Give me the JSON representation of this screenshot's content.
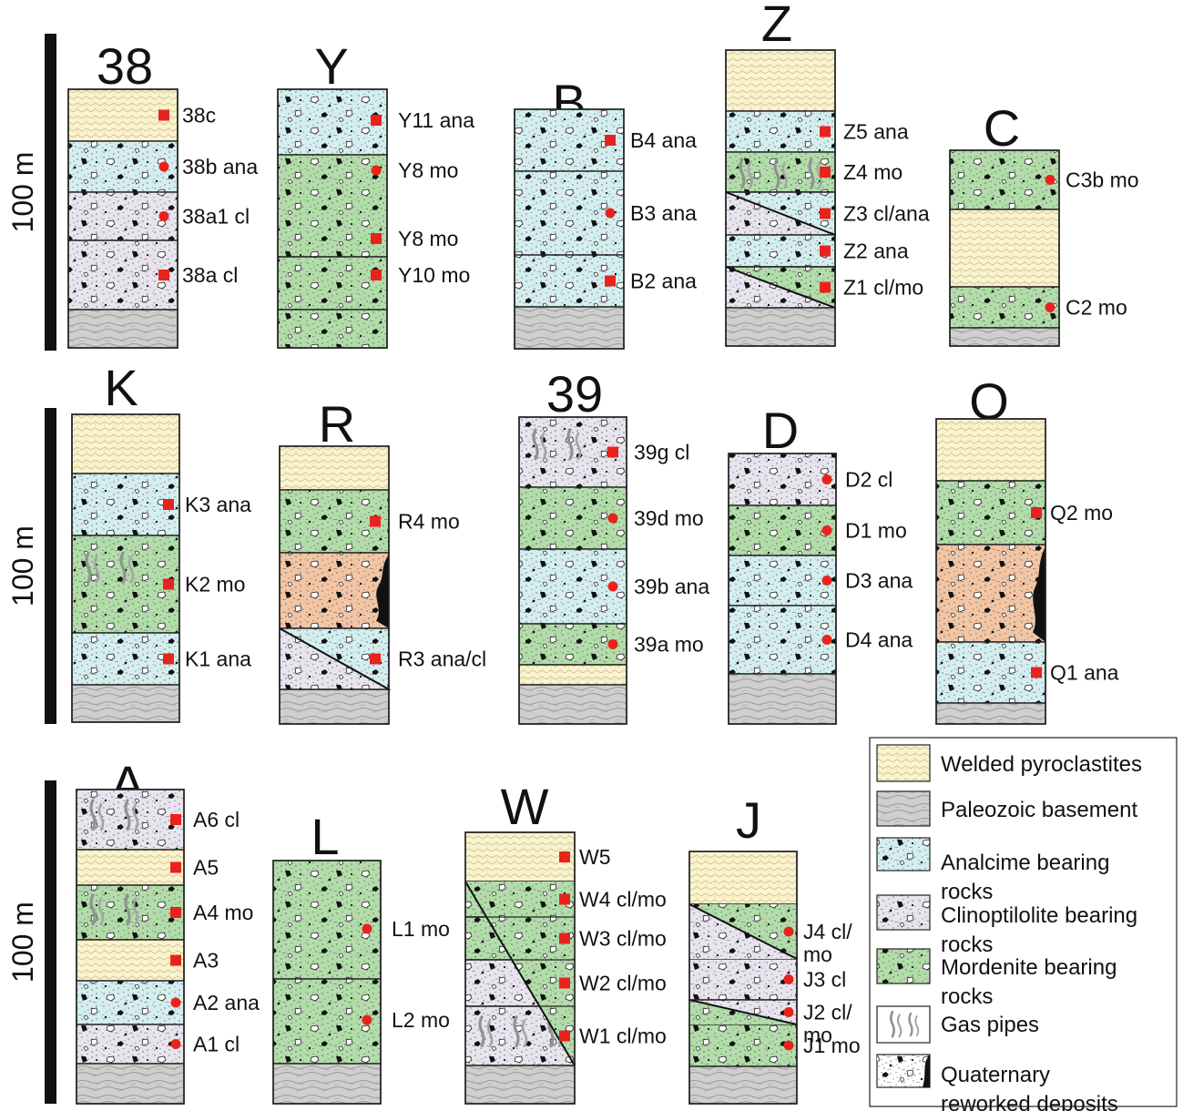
{
  "colors": {
    "welded": "#fbf3cc",
    "basement": "#cfd0cd",
    "analcime": "#d4eef0",
    "clinoptilolite": "#e8e4ee",
    "mordenite": "#b2dcaa",
    "quaternary": "#f2c5a5",
    "sample_marker": "#e8231e"
  },
  "scale_label": "100 m",
  "columns": [
    {
      "title": "38",
      "layers": [
        {
          "rock": "welded",
          "sample": "38c",
          "marker": "square"
        },
        {
          "rock": "analcime",
          "sample": "38b ana",
          "marker": "circle"
        },
        {
          "rock": "clinoptilolite",
          "sample": "38a1 cl",
          "marker": "circle"
        },
        {
          "rock": "clinoptilolite",
          "sample": "38a cl",
          "marker": "square"
        },
        {
          "rock": "basement"
        }
      ]
    },
    {
      "title": "Y",
      "layers": [
        {
          "rock": "analcime",
          "sample": "Y11 ana",
          "marker": "square"
        },
        {
          "rock": "mordenite",
          "sample": "Y8 mo",
          "marker": "circle"
        },
        {
          "rock": "mordenite",
          "sample": "Y8 mo",
          "marker": "square"
        },
        {
          "rock": "mordenite",
          "sample": "Y10 mo",
          "marker": "square"
        },
        {
          "rock": "basement"
        }
      ]
    },
    {
      "title": "B",
      "layers": [
        {
          "rock": "analcime",
          "sample": "B4 ana",
          "marker": "square"
        },
        {
          "rock": "analcime",
          "sample": "B3 ana",
          "marker": "circle"
        },
        {
          "rock": "analcime",
          "sample": "B2 ana",
          "marker": "square"
        },
        {
          "rock": "basement"
        }
      ]
    },
    {
      "title": "Z",
      "layers": [
        {
          "rock": "welded"
        },
        {
          "rock": "analcime",
          "sample": "Z5 ana",
          "marker": "square"
        },
        {
          "rock": "mordenite",
          "sample": "Z4 mo",
          "marker": "square",
          "gas_pipes": true
        },
        {
          "rock": "clinoptilolite",
          "sample": "Z3 cl/ana",
          "marker": "square"
        },
        {
          "rock": "analcime",
          "sample": "Z2 ana",
          "marker": "square"
        },
        {
          "rock": "clinoptilolite",
          "sample": "Z1 cl/mo",
          "marker": "square"
        },
        {
          "rock": "basement"
        }
      ]
    },
    {
      "title": "C",
      "layers": [
        {
          "rock": "mordenite",
          "sample": "C3b mo",
          "marker": "circle"
        },
        {
          "rock": "welded"
        },
        {
          "rock": "mordenite",
          "sample": "C2 mo",
          "marker": "circle"
        },
        {
          "rock": "basement"
        }
      ]
    },
    {
      "title": "K",
      "layers": [
        {
          "rock": "welded"
        },
        {
          "rock": "analcime",
          "sample": "K3 ana",
          "marker": "square"
        },
        {
          "rock": "mordenite",
          "sample": "K2 mo",
          "marker": "square",
          "gas_pipes": true
        },
        {
          "rock": "analcime",
          "sample": "K1 ana",
          "marker": "square"
        },
        {
          "rock": "basement"
        }
      ]
    },
    {
      "title": "R",
      "layers": [
        {
          "rock": "welded"
        },
        {
          "rock": "mordenite",
          "sample": "R4 mo",
          "marker": "square"
        },
        {
          "rock": "quaternary"
        },
        {
          "rock": "analcime",
          "sample": "R3 ana/cl",
          "marker": "square"
        },
        {
          "rock": "basement"
        }
      ]
    },
    {
      "title": "39",
      "layers": [
        {
          "rock": "clinoptilolite",
          "sample": "39g cl",
          "marker": "square",
          "gas_pipes": true
        },
        {
          "rock": "mordenite",
          "sample": "39d mo",
          "marker": "circle"
        },
        {
          "rock": "analcime",
          "sample": "39b ana",
          "marker": "circle"
        },
        {
          "rock": "mordenite",
          "sample": "39a mo",
          "marker": "circle"
        },
        {
          "rock": "welded"
        },
        {
          "rock": "basement"
        }
      ]
    },
    {
      "title": "D",
      "layers": [
        {
          "rock": "clinoptilolite",
          "sample": "D2 cl",
          "marker": "circle"
        },
        {
          "rock": "mordenite",
          "sample": "D1 mo",
          "marker": "circle"
        },
        {
          "rock": "analcime",
          "sample": "D3 ana",
          "marker": "circle"
        },
        {
          "rock": "analcime",
          "sample": "D4 ana",
          "marker": "circle"
        },
        {
          "rock": "basement"
        }
      ]
    },
    {
      "title": "Q",
      "layers": [
        {
          "rock": "welded"
        },
        {
          "rock": "mordenite",
          "sample": "Q2 mo",
          "marker": "square"
        },
        {
          "rock": "quaternary"
        },
        {
          "rock": "analcime",
          "sample": "Q1 ana",
          "marker": "square"
        },
        {
          "rock": "basement"
        }
      ]
    },
    {
      "title": "A",
      "layers": [
        {
          "rock": "clinoptilolite",
          "sample": "A6 cl",
          "marker": "square",
          "gas_pipes": true
        },
        {
          "rock": "welded",
          "sample": "A5",
          "marker": "square"
        },
        {
          "rock": "mordenite",
          "sample": "A4 mo",
          "marker": "square",
          "gas_pipes": true
        },
        {
          "rock": "welded",
          "sample": "A3",
          "marker": "square"
        },
        {
          "rock": "analcime",
          "sample": "A2 ana",
          "marker": "circle"
        },
        {
          "rock": "clinoptilolite",
          "sample": "A1 cl",
          "marker": "circle"
        },
        {
          "rock": "basement"
        }
      ]
    },
    {
      "title": "L",
      "layers": [
        {
          "rock": "mordenite",
          "sample": "L1 mo",
          "marker": "circle"
        },
        {
          "rock": "mordenite",
          "sample": "L2 mo",
          "marker": "circle"
        },
        {
          "rock": "basement"
        }
      ]
    },
    {
      "title": "W",
      "layers": [
        {
          "rock": "welded",
          "sample": "W5",
          "marker": "square"
        },
        {
          "rock": "mordenite",
          "sample": "W4 cl/mo",
          "marker": "square",
          "gas_pipes": true
        },
        {
          "rock": "mordenite",
          "sample": "W3 cl/mo",
          "marker": "square"
        },
        {
          "rock": "clinoptilolite",
          "sample": "W2 cl/mo",
          "marker": "square"
        },
        {
          "rock": "clinoptilolite",
          "sample": "W1 cl/mo",
          "marker": "square",
          "gas_pipes": true
        },
        {
          "rock": "basement"
        }
      ]
    },
    {
      "title": "J",
      "layers": [
        {
          "rock": "welded"
        },
        {
          "rock": "mordenite",
          "sample": "J4 cl/\nmo",
          "marker": "circle"
        },
        {
          "rock": "clinoptilolite",
          "sample": "J3 cl",
          "marker": "circle"
        },
        {
          "rock": "clinoptilolite",
          "sample": "J2 cl/\nmo",
          "marker": "circle"
        },
        {
          "rock": "mordenite",
          "sample": "J1 mo",
          "marker": "circle"
        },
        {
          "rock": "basement"
        }
      ]
    }
  ],
  "legend": [
    {
      "rock": "welded",
      "label": "Welded pyroclastites"
    },
    {
      "rock": "basement",
      "label": "Paleozoic basement"
    },
    {
      "rock": "analcime",
      "label": "Analcime bearing\nrocks"
    },
    {
      "rock": "clinoptilolite",
      "label": "Clinoptilolite bearing\nrocks"
    },
    {
      "rock": "mordenite",
      "label": "Mordenite bearing\nrocks"
    },
    {
      "rock": "gas_pipes",
      "label": "Gas pipes"
    },
    {
      "rock": "quaternary",
      "label": "Quaternary\nreworked deposits"
    }
  ]
}
